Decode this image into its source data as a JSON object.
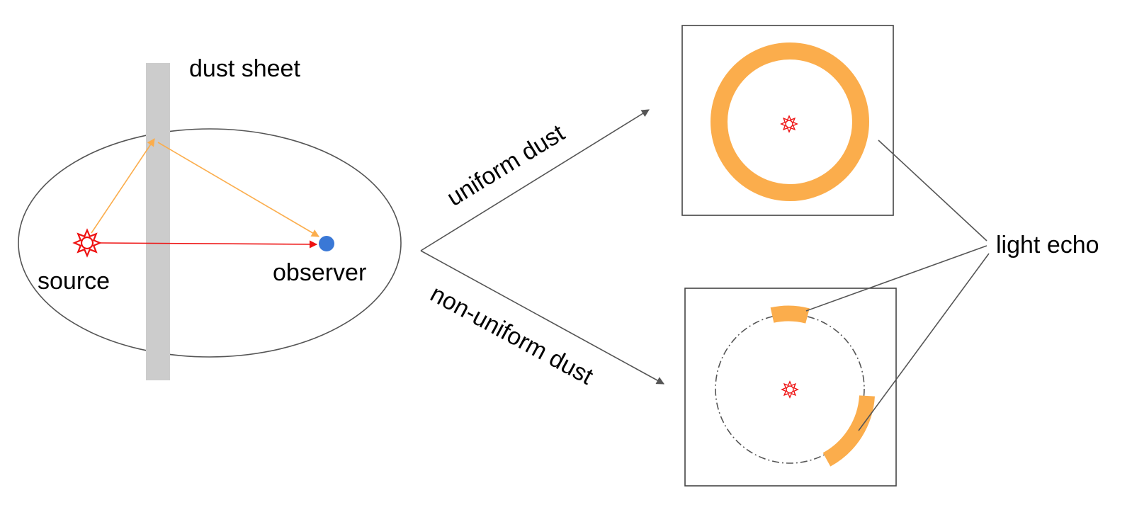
{
  "labels": {
    "dust_sheet": "dust sheet",
    "source": "source",
    "observer": "observer",
    "uniform_dust": "uniform dust",
    "non_uniform_dust": "non-uniform dust",
    "light_echo": "light echo"
  },
  "icons": {
    "source": "star-icon",
    "observer": "dot-icon"
  },
  "colors": {
    "dust_sheet": "#cccccc",
    "scattered_light": "#fbad4c",
    "echo_ring": "#fbad4c",
    "direct_light": "#ee1111",
    "source_star": "#ee1111",
    "observer_dot": "#3a78d6",
    "outline": "#555555",
    "dashed_circle": "#555555"
  }
}
